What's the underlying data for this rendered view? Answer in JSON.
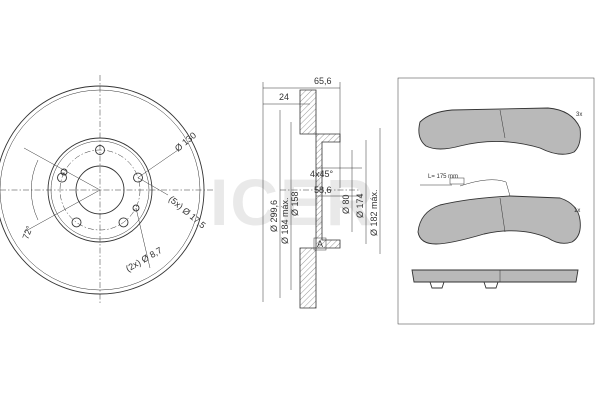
{
  "brand": {
    "logo_text": "ICER"
  },
  "disc_front": {
    "dim_pcd": "Ø 130",
    "dim_bolt_holes": "(5x) Ø 17,5",
    "dim_small_holes": "(2x) Ø 8,7",
    "dim_angle": "72°"
  },
  "disc_section": {
    "dim_overall_height": "65,6",
    "dim_thickness": "24",
    "dim_chamfer": "4x45°",
    "dim_hat_height": "58,6",
    "dim_outer_diameter": "Ø 299,6",
    "dim_min_diameter": "Ø 184 máx.",
    "dim_hub": "Ø 158",
    "dim_center_bore": "Ø 80",
    "dim_hat_diameter": "Ø 174",
    "dim_hat_max": "Ø 182 máx.",
    "datum_label": "A"
  },
  "pads": {
    "qty_top": "3x",
    "qty_bottom": "1x",
    "sensor_length": "L= 175 mm"
  }
}
